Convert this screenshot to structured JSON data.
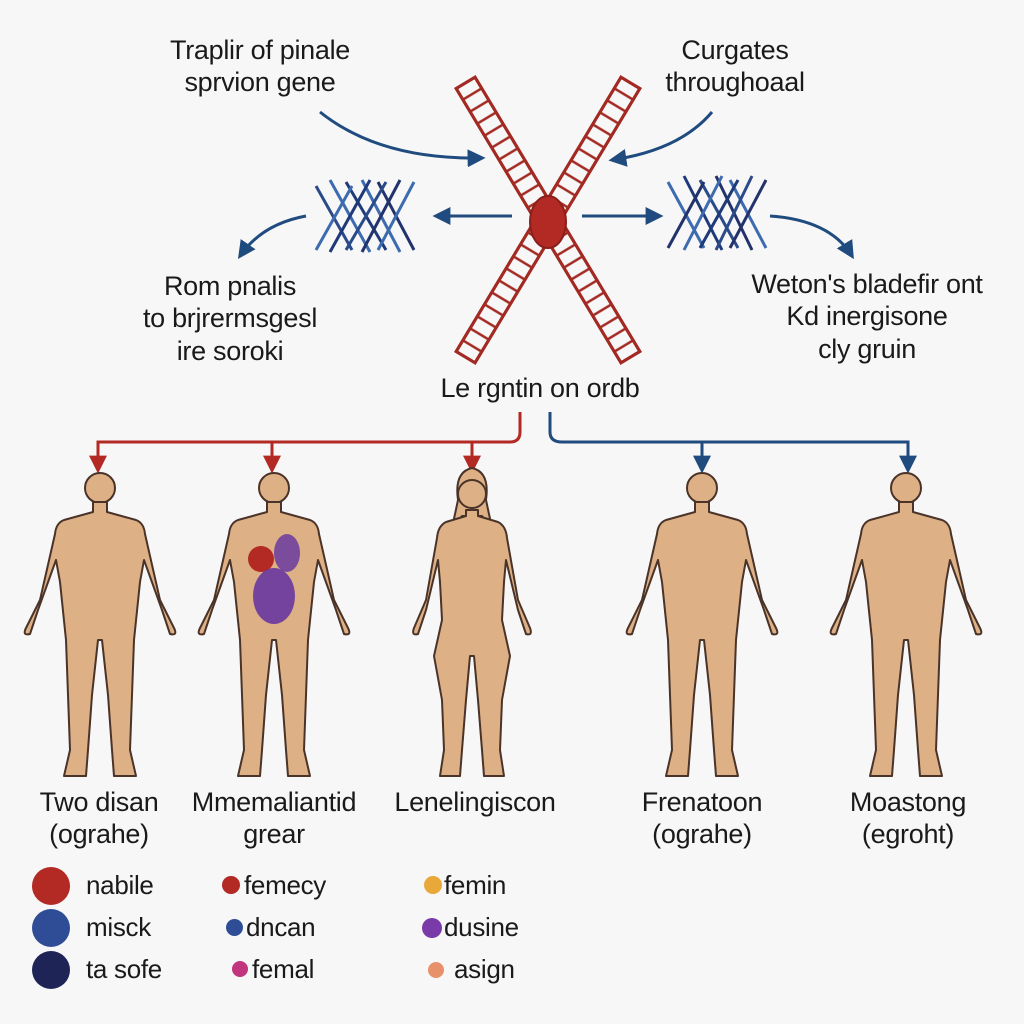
{
  "colors": {
    "red": "#b32a25",
    "blue": "#1f4b7e",
    "navy": "#25346a",
    "skin": "#ddb085",
    "outline": "#4a3328",
    "purple": "#6a3aa0",
    "amber": "#e8a93a",
    "magenta": "#c0357e",
    "peach": "#e8906a"
  },
  "top_labels": {
    "left": "Traplir of pinale\nsprvion gene",
    "right": "Curgates\nthroughoaal"
  },
  "side_labels": {
    "left": "Rom pnalis\nto brjrermsgesl\nire soroki",
    "right": "Weton's bladefir ont\nKd inergisone\ncly gruin"
  },
  "center_label": "Le rgntin on ordb",
  "figures": [
    {
      "label": "Two disan\n(ograhe)",
      "branch": "red",
      "sex": "male"
    },
    {
      "label": "Mmemaliantid\ngrear",
      "branch": "red",
      "sex": "male",
      "marks": [
        "red",
        "purple"
      ]
    },
    {
      "label": "Lenelingiscon",
      "branch": "red",
      "sex": "female"
    },
    {
      "label": "Frenatoon\n(ograhe)",
      "branch": "blue",
      "sex": "male"
    },
    {
      "label": "Moastong\n(egroht)",
      "branch": "blue",
      "sex": "male-back"
    }
  ],
  "legend": [
    {
      "text": "nabile",
      "color": "#b32a25",
      "size": "large"
    },
    {
      "text": "misck",
      "color": "#2f4d96",
      "size": "large"
    },
    {
      "text": "ta sofe",
      "color": "#1e2456",
      "size": "large"
    },
    {
      "text": "femecy",
      "color": "#b32a25",
      "size": "small"
    },
    {
      "text": "dncan",
      "color": "#2f4d96",
      "size": "small"
    },
    {
      "text": "femal",
      "color": "#c0357e",
      "size": "small"
    },
    {
      "text": "femin",
      "color": "#e8a93a",
      "size": "small"
    },
    {
      "text": "dusine",
      "color": "#7a3aa8",
      "size": "small"
    },
    {
      "text": "asign",
      "color": "#e8906a",
      "size": "small"
    }
  ]
}
